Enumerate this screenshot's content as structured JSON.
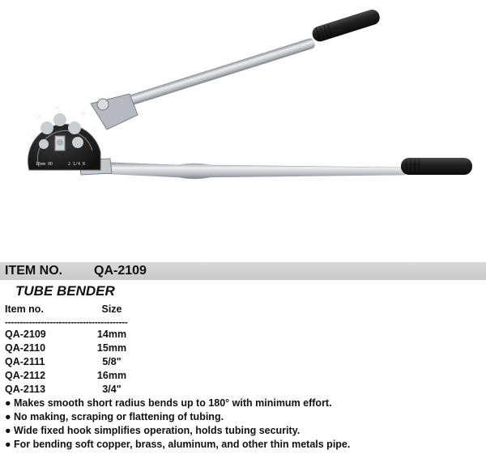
{
  "item": {
    "label": "ITEM NO.",
    "value": "QA-2109"
  },
  "product_title": "TUBE BENDER",
  "table": {
    "headers": [
      "Item no.",
      "Size"
    ],
    "divider": "-----------------------------------------",
    "rows": [
      [
        "QA-2109",
        "14mm"
      ],
      [
        "QA-2110",
        "15mm"
      ],
      [
        "QA-2111",
        "5/8\""
      ],
      [
        "QA-2112",
        "16mm"
      ],
      [
        "QA-2113",
        "3/4\""
      ]
    ]
  },
  "features": [
    "● Makes smooth short radius bends up to 180° with minimum effort.",
    "● No making, scraping or flattening of tubing.",
    "● Wide fixed hook simplifies operation, holds tubing security.",
    "● For bending soft copper, brass, aluminum, and other thin metals pipe."
  ],
  "image": {
    "die_marking_left": "16mm OD",
    "die_marking_right": "2 1/4 R",
    "die_scale": [
      "180",
      "135",
      "90",
      "45",
      "0"
    ]
  },
  "colors": {
    "bar": "#cfcfcf",
    "handle_grip": "#1a1a1a",
    "metal": "#c8ccd0",
    "die_black": "#1c1c1c"
  }
}
